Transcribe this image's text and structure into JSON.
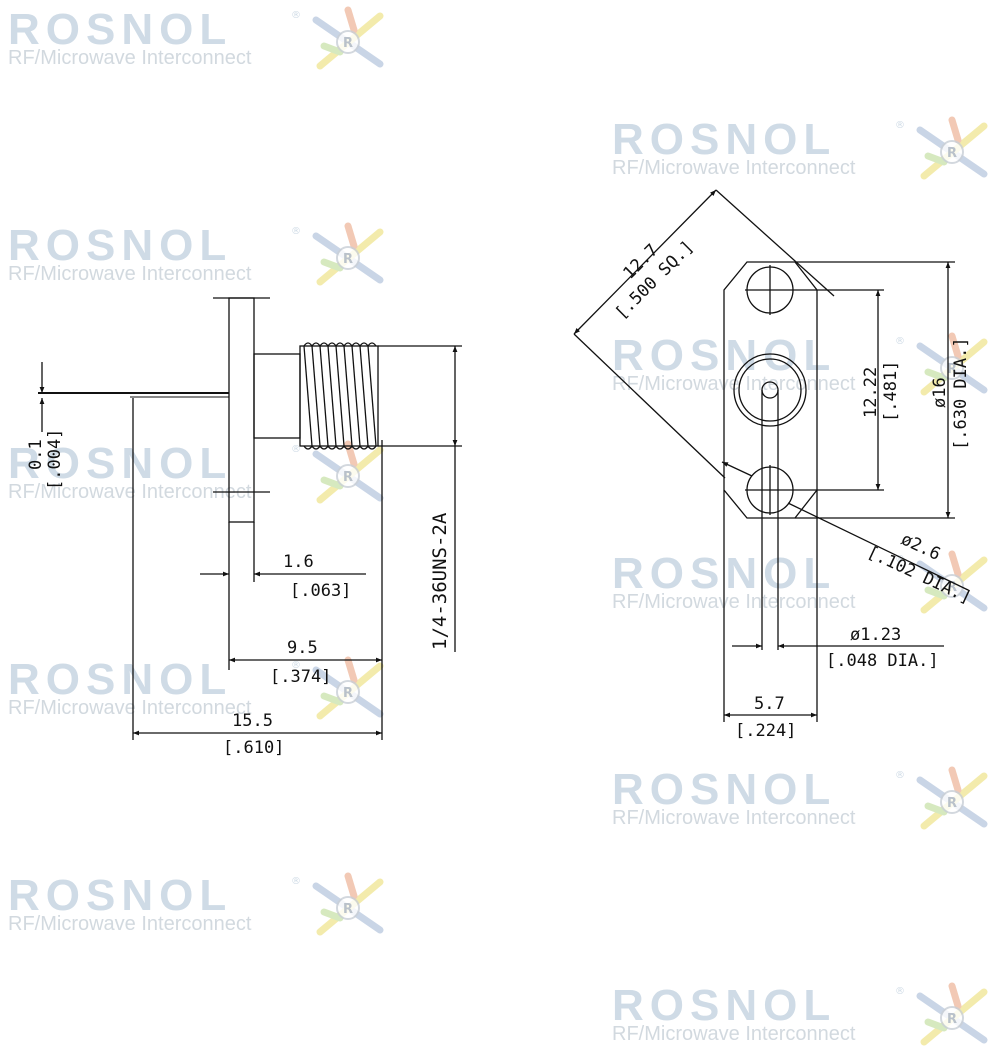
{
  "watermark": {
    "brand": "ROSNOL",
    "registered": "®",
    "tagline": "RF/Microwave Interconnect",
    "logo_icon": "rosnol-star-logo-icon"
  },
  "side_view": {
    "pin_offset": {
      "mm": "0.1",
      "inch": "[.004]"
    },
    "flange_thickness": {
      "mm": "1.6",
      "inch": "[.063]"
    },
    "body_length": {
      "mm": "9.5",
      "inch": "[.374]"
    },
    "overall_length": {
      "mm": "15.5",
      "inch": "[.610]"
    },
    "thread": "1/4-36UNS-2A"
  },
  "front_view": {
    "square": {
      "mm": "12.7",
      "inch": "[.500 SQ.]"
    },
    "hole_spacing": {
      "mm": "12.22",
      "inch": "[.481]"
    },
    "flange_dia": {
      "mm": "ø16",
      "inch": "[.630 DIA.]"
    },
    "hole_dia": {
      "mm": "ø2.6",
      "inch": "[.102 DIA.]"
    },
    "pin_dia": {
      "mm": "ø1.23",
      "inch": "[.048 DIA.]"
    },
    "flange_width": {
      "mm": "5.7",
      "inch": "[.224]"
    }
  }
}
